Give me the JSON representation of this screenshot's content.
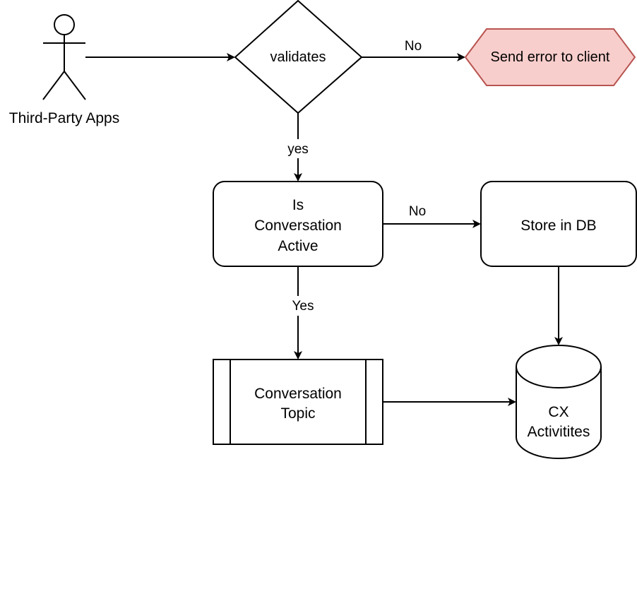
{
  "actor": {
    "label": "Third-Party Apps"
  },
  "decision": {
    "label": "validates"
  },
  "error_node": {
    "label": "Send error to client",
    "fill": "#f8cecc",
    "stroke": "#b85450"
  },
  "active_check": {
    "lines": [
      "Is",
      "Conversation",
      "Active"
    ]
  },
  "store_node": {
    "label": "Store in DB"
  },
  "topic_node": {
    "lines": [
      "Conversation",
      "Topic"
    ]
  },
  "db_node": {
    "lines": [
      "CX",
      "Activitites"
    ]
  },
  "edges": {
    "validates_no": "No",
    "validates_yes": "yes",
    "active_no": "No",
    "active_yes": "Yes"
  },
  "colors": {
    "stroke": "#000000",
    "background": "#ffffff"
  }
}
